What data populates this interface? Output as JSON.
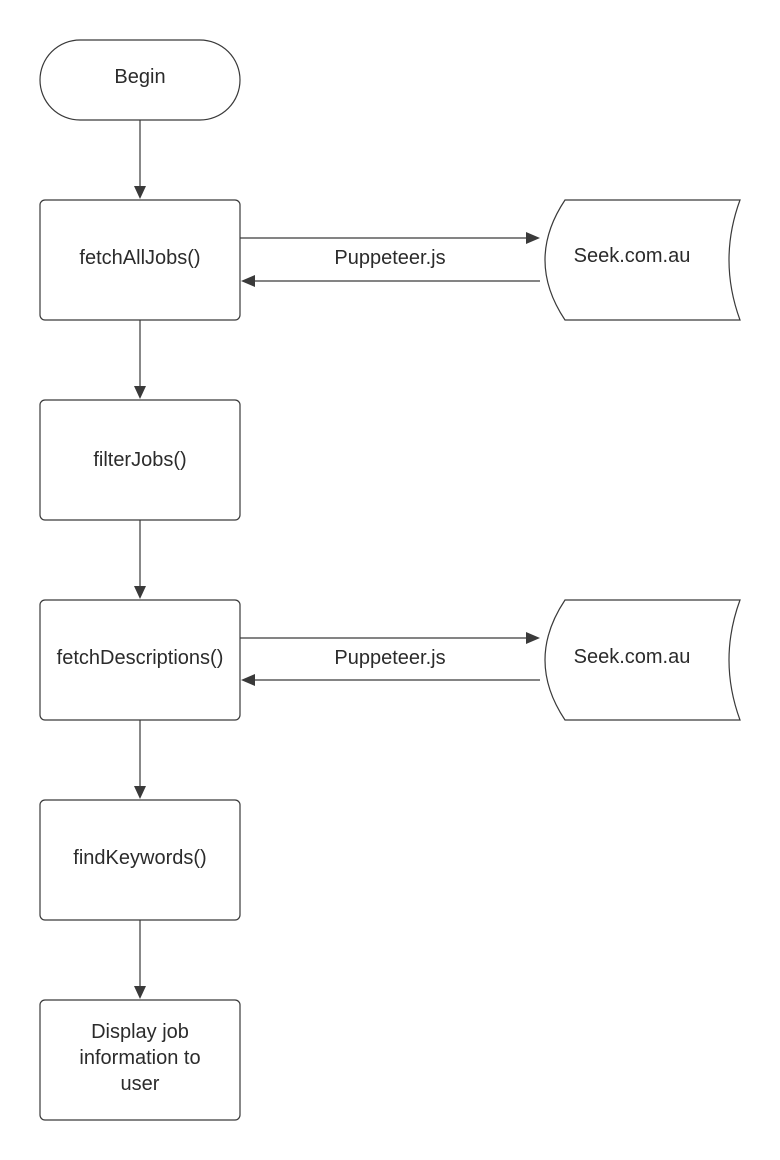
{
  "diagram": {
    "type": "flowchart",
    "nodes": {
      "begin": {
        "shape": "terminator",
        "label": "Begin"
      },
      "fetch_all_jobs": {
        "shape": "process",
        "label": "fetchAllJobs()"
      },
      "filter_jobs": {
        "shape": "process",
        "label": "filterJobs()"
      },
      "fetch_descriptions": {
        "shape": "process",
        "label": "fetchDescriptions()"
      },
      "find_keywords": {
        "shape": "process",
        "label": "findKeywords()"
      },
      "display": {
        "shape": "process",
        "label_lines": [
          "Display job",
          "information to",
          "user"
        ]
      },
      "seek_1": {
        "shape": "stored-data",
        "label": "Seek.com.au"
      },
      "seek_2": {
        "shape": "stored-data",
        "label": "Seek.com.au"
      }
    },
    "edges": {
      "puppeteer_1": {
        "label": "Puppeteer.js"
      },
      "puppeteer_2": {
        "label": "Puppeteer.js"
      }
    }
  }
}
